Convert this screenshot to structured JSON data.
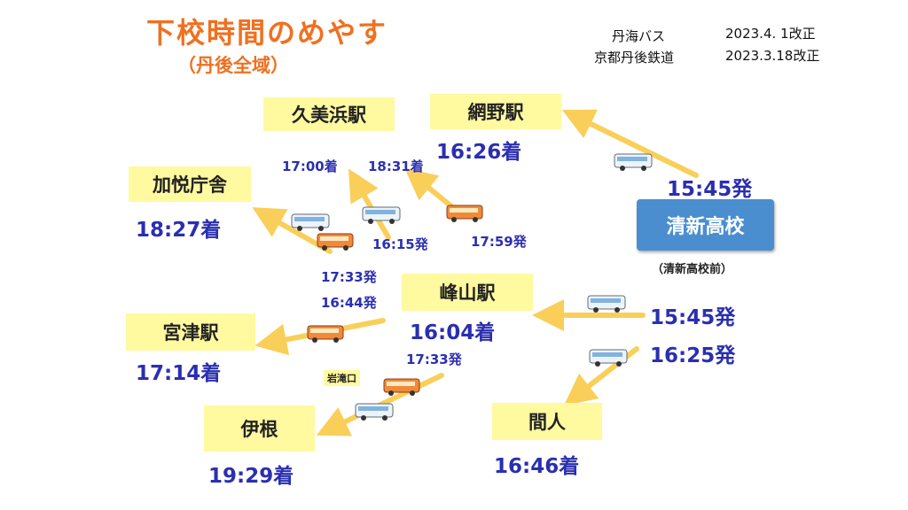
{
  "header": {
    "title": "下校時間のめやす",
    "subtitle": "（丹後全域）",
    "revisions": [
      {
        "operator": "丹海バス",
        "date": "2023.4. 1改正"
      },
      {
        "operator": "京都丹後鉄道",
        "date": "2023.3.18改正"
      }
    ]
  },
  "origin": {
    "name": "清新高校",
    "stop": "（清新高校前）",
    "departures": {
      "amino": "15:45発",
      "mineyama": "15:45発",
      "taiza": "16:25発"
    }
  },
  "stations": {
    "amino": {
      "name": "網野駅",
      "arrival": "16:26着"
    },
    "kumihama": {
      "name": "久美浜駅"
    },
    "kaetsu": {
      "name": "加悦庁舎",
      "arrival": "18:27着"
    },
    "mineyama": {
      "name": "峰山駅",
      "arrival": "16:04着"
    },
    "miyazu": {
      "name": "宮津駅",
      "arrival": "17:14着"
    },
    "ine": {
      "name": "伊根",
      "arrival": "19:29着"
    },
    "taiza": {
      "name": "間人",
      "arrival": "16:46着"
    }
  },
  "connections": {
    "kumihama_arrival_1": "17:00着",
    "kumihama_arrival_2": "18:31着",
    "amino_dep_1": "16:15発",
    "amino_dep_2": "17:59発",
    "mineyama_dep_1": "17:33発",
    "mineyama_dep_2": "16:44発",
    "mineyama_dep_3": "17:33発",
    "transfer_stop": "岩滝口"
  },
  "colors": {
    "title": "#f07020",
    "time_text": "#2a2fb0",
    "station_bg": "#fff9a0",
    "school_bg": "#4a8ed0",
    "arrow": "#f9cf5a"
  },
  "icons": [
    "bus-icon",
    "train-icon"
  ]
}
